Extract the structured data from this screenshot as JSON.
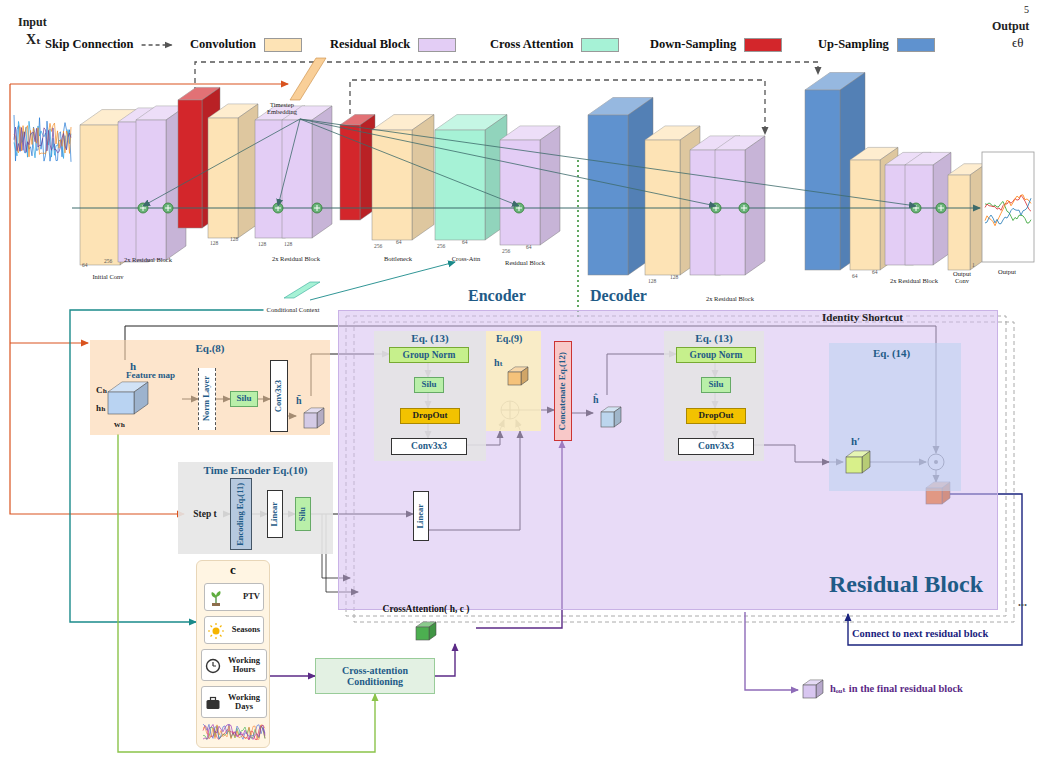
{
  "diagram": {
    "nodes": [
      {
        "text": [
          "Initial Conv"
        ]
      },
      {
        "text": [
          "2x Residual Block"
        ]
      },
      {
        "text": [
          "Timestep Embedding"
        ]
      },
      {
        "text": [
          "2x Residual Block"
        ]
      },
      {
        "text": [
          "Bottleneck"
        ]
      },
      {
        "text": [
          "Cross-Attn"
        ]
      },
      {
        "text": [
          "Residual Block"
        ]
      },
      {
        "text": [
          "Conditional Context"
        ]
      },
      {
        "text": [
          "2x Residual Block"
        ]
      },
      {
        "text": [
          "2x Residual Block"
        ]
      },
      {
        "text": [
          "Output Conv"
        ]
      },
      {
        "text": [
          "Output"
        ]
      },
      {
        "text": [
          "Residual Block"
        ]
      },
      {
        "text": [
          "Eq.(8)"
        ]
      },
      {
        "text": [
          "h",
          "Feature map",
          "Cₕ",
          "hₕ",
          "wₕ"
        ],
        "in": 13
      },
      {
        "text": [
          "Norm Layer"
        ],
        "in": 13
      },
      {
        "text": [
          "Silu"
        ],
        "in": 13
      },
      {
        "text": [
          "Conv3x3"
        ],
        "in": 13
      },
      {
        "text": [
          "h̄"
        ],
        "in": 13
      },
      {
        "text": [
          "Eq. (13)"
        ],
        "in": 12
      },
      {
        "text": [
          "Group Norm"
        ],
        "in": 19
      },
      {
        "text": [
          "Silu"
        ],
        "in": 19
      },
      {
        "text": [
          "DropOut"
        ],
        "in": 19
      },
      {
        "text": [
          "Conv3x3"
        ],
        "in": 19
      },
      {
        "text": [
          "Eq.(9)",
          "hₜ"
        ],
        "in": 12
      },
      {
        "text": [
          "Concatenate Eq.(12)"
        ],
        "in": 12
      },
      {
        "text": [
          "ĥ"
        ],
        "in": 12
      },
      {
        "text": [
          "Eq. (13)"
        ],
        "in": 12
      },
      {
        "text": [
          "Group Norm"
        ],
        "in": 27
      },
      {
        "text": [
          "Silu"
        ],
        "in": 27
      },
      {
        "text": [
          "DropOut"
        ],
        "in": 27
      },
      {
        "text": [
          "Conv3x3"
        ],
        "in": 27
      },
      {
        "text": [
          "Eq. (14)",
          "h′"
        ],
        "in": 12
      },
      {
        "text": [
          "Time Encoder Eq.(10)"
        ]
      },
      {
        "text": [
          "Step t"
        ],
        "in": 33
      },
      {
        "text": [
          "Encoding Eq.(11)"
        ],
        "in": 33
      },
      {
        "text": [
          "Linear"
        ],
        "in": 33
      },
      {
        "text": [
          "Silu"
        ],
        "in": 33
      },
      {
        "text": [
          "Linear"
        ],
        "in": 12
      },
      {
        "text": [
          "c"
        ]
      },
      {
        "text": [
          "PTV"
        ],
        "in": 39
      },
      {
        "text": [
          "Seasons"
        ],
        "in": 39
      },
      {
        "text": [
          "Working Hours"
        ],
        "in": 39
      },
      {
        "text": [
          "Working Days"
        ],
        "in": 39
      },
      {
        "text": [
          "Cross-attention Conditioning"
        ]
      },
      {
        "text": [
          "CrossAttention( h, c )"
        ]
      }
    ],
    "edges": [
      {
        "from": 2,
        "to": 1,
        "arrow": "to"
      },
      {
        "from": 2,
        "to": 3,
        "arrow": "to"
      },
      {
        "from": 2,
        "to": 6,
        "arrow": "to"
      },
      {
        "from": 2,
        "to": 8,
        "arrow": "to"
      },
      {
        "from": 2,
        "to": 9,
        "arrow": "to"
      },
      {
        "from": 7,
        "to": 5,
        "arrow": "to"
      },
      {
        "from": 7,
        "to": 39,
        "arrow": "to"
      },
      {
        "from": 14,
        "to": 15,
        "arrow": "to"
      },
      {
        "from": 15,
        "to": 16,
        "arrow": "to"
      },
      {
        "from": 16,
        "to": 17,
        "arrow": "to"
      },
      {
        "from": 17,
        "to": 18,
        "arrow": "to"
      },
      {
        "from": 18,
        "to": 20,
        "arrow": "to"
      },
      {
        "from": 20,
        "to": 21,
        "arrow": "to"
      },
      {
        "from": 21,
        "to": 22,
        "arrow": "to"
      },
      {
        "from": 22,
        "to": 23,
        "arrow": "to"
      },
      {
        "from": 23,
        "to": 24,
        "arrow": "to"
      },
      {
        "from": 24,
        "to": 25,
        "arrow": "to"
      },
      {
        "from": 25,
        "to": 26,
        "arrow": "to"
      },
      {
        "from": 26,
        "to": 28,
        "arrow": "to"
      },
      {
        "from": 28,
        "to": 29,
        "arrow": "to"
      },
      {
        "from": 29,
        "to": 30,
        "arrow": "to"
      },
      {
        "from": 30,
        "to": 31,
        "arrow": "to"
      },
      {
        "from": 31,
        "to": 32,
        "arrow": "to"
      },
      {
        "from": 34,
        "to": 35,
        "arrow": "to"
      },
      {
        "from": 35,
        "to": 36,
        "arrow": "to"
      },
      {
        "from": 36,
        "to": 37,
        "arrow": "to"
      },
      {
        "from": 37,
        "to": 38,
        "arrow": "to"
      },
      {
        "from": 38,
        "to": 24,
        "arrow": "to"
      },
      {
        "from": 39,
        "to": 44,
        "arrow": "to"
      },
      {
        "from": 44,
        "to": 45,
        "arrow": "to"
      },
      {
        "from": 45,
        "to": 25,
        "arrow": "to"
      },
      {
        "from": 14,
        "to": 44,
        "arrow": "to"
      }
    ],
    "labels": [
      "5",
      "Input",
      "Xₜ",
      "Output",
      "ϵθ",
      "Encoder",
      "Decoder",
      "Identity Shortcut",
      "Connect to next residual block",
      "hₒᵤₜ in the final residual block",
      "...",
      "64",
      "256",
      "128",
      "128",
      "128",
      "128",
      "256",
      "64",
      "256",
      "64",
      "256",
      "64",
      "128",
      "128",
      "64",
      "64",
      "1"
    ],
    "legend": [
      {
        "text": "Skip Connection"
      },
      {
        "text": "Convolution",
        "color": "#fde3b5"
      },
      {
        "text": "Residual Block",
        "color": "#e3cdf5"
      },
      {
        "text": "Cross Attention",
        "color": "#a6f2d6"
      },
      {
        "text": "Down-Sampling",
        "color": "#d3262b"
      },
      {
        "text": "Up-Sampling",
        "color": "#5f92cf"
      }
    ]
  }
}
